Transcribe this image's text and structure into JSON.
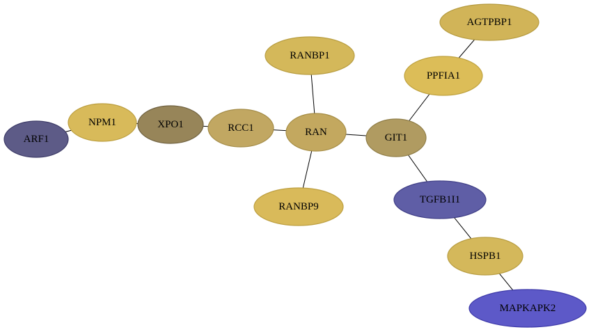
{
  "graph": {
    "nodes": [
      {
        "id": "AGTPBP1",
        "label": "AGTPBP1",
        "fill": "#d1b458",
        "stroke": "#b59a3e"
      },
      {
        "id": "PPFIA1",
        "label": "PPFIA1",
        "fill": "#dcbd58",
        "stroke": "#bfa23f"
      },
      {
        "id": "RANBP1",
        "label": "RANBP1",
        "fill": "#d4b85a",
        "stroke": "#b89d40"
      },
      {
        "id": "NPM1",
        "label": "NPM1",
        "fill": "#d8ba5a",
        "stroke": "#bc9f40"
      },
      {
        "id": "XPO1",
        "label": "XPO1",
        "fill": "#978559",
        "stroke": "#6f6140"
      },
      {
        "id": "RCC1",
        "label": "RCC1",
        "fill": "#c1a762",
        "stroke": "#a48c48"
      },
      {
        "id": "RAN",
        "label": "RAN",
        "fill": "#c3a85f",
        "stroke": "#a68d45"
      },
      {
        "id": "GIT1",
        "label": "GIT1",
        "fill": "#b09b61",
        "stroke": "#8f7d47"
      },
      {
        "id": "ARF1",
        "label": "ARF1",
        "fill": "#5d5b87",
        "stroke": "#3d3b67"
      },
      {
        "id": "RANBP9",
        "label": "RANBP9",
        "fill": "#d9ba5a",
        "stroke": "#bd9f40"
      },
      {
        "id": "TGFB1I1",
        "label": "TGFB1I1",
        "fill": "#5f5ea6",
        "stroke": "#3f3e86"
      },
      {
        "id": "HSPB1",
        "label": "HSPB1",
        "fill": "#d4b85b",
        "stroke": "#b89d41"
      },
      {
        "id": "MAPKAPK2",
        "label": "MAPKAPK2",
        "fill": "#5d59c8",
        "stroke": "#3d39a8"
      }
    ],
    "edges": [
      [
        "ARF1",
        "NPM1"
      ],
      [
        "NPM1",
        "XPO1"
      ],
      [
        "XPO1",
        "RCC1"
      ],
      [
        "RCC1",
        "RAN"
      ],
      [
        "RAN",
        "RANBP1"
      ],
      [
        "RAN",
        "RANBP9"
      ],
      [
        "RAN",
        "GIT1"
      ],
      [
        "GIT1",
        "PPFIA1"
      ],
      [
        "PPFIA1",
        "AGTPBP1"
      ],
      [
        "GIT1",
        "TGFB1I1"
      ],
      [
        "TGFB1I1",
        "HSPB1"
      ],
      [
        "HSPB1",
        "MAPKAPK2"
      ]
    ]
  }
}
